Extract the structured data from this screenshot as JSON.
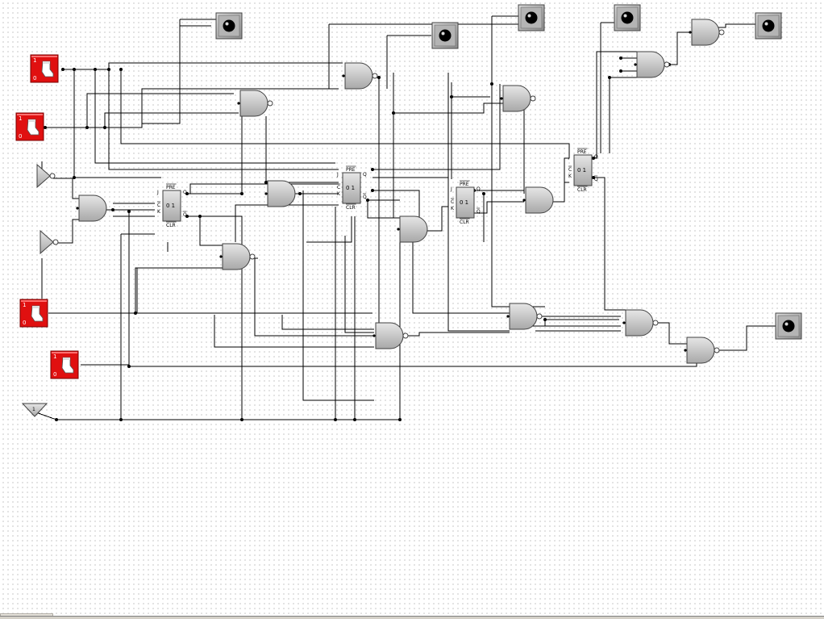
{
  "canvas": {
    "background": "#ffffff",
    "grid": true
  },
  "colors": {
    "wire": "#000000",
    "gate_fill": "#c8c8c8",
    "gate_stroke": "#404040",
    "switch": "#e01010",
    "led_box": "#b4b4b4"
  },
  "switches": [
    {
      "id": "sw1",
      "high_label": "1",
      "low_label": "0",
      "state": "on"
    },
    {
      "id": "sw2",
      "high_label": "1",
      "low_label": "0",
      "state": "on"
    },
    {
      "id": "sw3",
      "high_label": "1",
      "low_label": "0",
      "state": "on"
    },
    {
      "id": "sw4",
      "high_label": "1",
      "low_label": "0",
      "state": "on"
    }
  ],
  "clock": {
    "label": "1"
  },
  "flipflops": [
    {
      "id": "ff1",
      "pre": "PRE",
      "clr": "CLR",
      "j": "J",
      "clk": "C",
      "k": "K",
      "q": "Q",
      "qbar": "Q",
      "body": "0 1"
    },
    {
      "id": "ff2",
      "pre": "PRE",
      "clr": "CLR",
      "j": "J",
      "clk": "C",
      "k": "K",
      "q": "Q",
      "qbar": "Q",
      "body": "0 1"
    },
    {
      "id": "ff3",
      "pre": "PRE",
      "clr": "CLR",
      "j": "J",
      "clk": "C",
      "k": "K",
      "q": "Q",
      "qbar": "Q",
      "body": "0 1"
    },
    {
      "id": "ff4",
      "pre": "PRE",
      "clr": "CLR",
      "j": "J",
      "clk": "C",
      "k": "K",
      "q": "Q",
      "qbar": "Q",
      "body": "0 1"
    }
  ],
  "gates": [
    {
      "id": "and1",
      "kind": "and",
      "inputs": 2
    },
    {
      "id": "nand1",
      "kind": "nand",
      "inputs": 3
    },
    {
      "id": "nand2",
      "kind": "nand",
      "inputs": 3
    },
    {
      "id": "and2",
      "kind": "and",
      "inputs": 3
    },
    {
      "id": "nand3",
      "kind": "nand",
      "inputs": 3
    },
    {
      "id": "nand4",
      "kind": "nand",
      "inputs": 3
    },
    {
      "id": "and3",
      "kind": "and",
      "inputs": 3
    },
    {
      "id": "nand5",
      "kind": "nand",
      "inputs": 4
    },
    {
      "id": "and4",
      "kind": "and",
      "inputs": 3
    },
    {
      "id": "nand6",
      "kind": "nand",
      "inputs": 4
    },
    {
      "id": "nand7",
      "kind": "nand",
      "inputs": 4
    },
    {
      "id": "nand8",
      "kind": "nand",
      "inputs": 4
    },
    {
      "id": "nand9",
      "kind": "nand",
      "inputs": 2
    },
    {
      "id": "nand10",
      "kind": "nand",
      "inputs": 2
    }
  ],
  "inverters": [
    {
      "id": "not1"
    },
    {
      "id": "not2"
    }
  ],
  "leds": [
    {
      "id": "led1",
      "state": "off"
    },
    {
      "id": "led2",
      "state": "off"
    },
    {
      "id": "led3",
      "state": "off"
    },
    {
      "id": "led4",
      "state": "off"
    },
    {
      "id": "led5",
      "state": "off"
    },
    {
      "id": "led6",
      "state": "off"
    }
  ]
}
